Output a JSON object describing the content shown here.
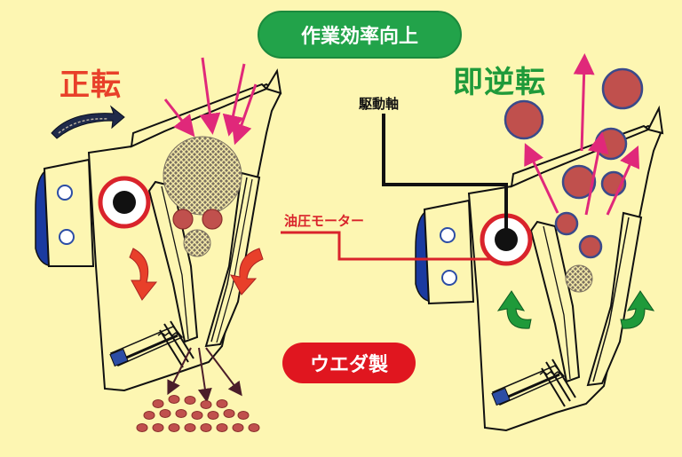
{
  "header_badge": "作業効率向上",
  "left_title": "正転",
  "right_title": "即逆転",
  "label_drive_shaft": "駆動軸",
  "label_hydraulic_motor": "油圧モーター",
  "maker_badge": "ウエダ製",
  "colors": {
    "background": "#fdf6b2",
    "badge_green": "#22a34a",
    "badge_red": "#e0161f",
    "forward_title": "#e8402a",
    "reverse_title": "#1f9a3a",
    "rotation_red": "#e8402a",
    "rotation_green": "#1f9a3a",
    "flow_arrow": "#e0287a",
    "rock": "#c0504d",
    "label_line_red": "#d9232b"
  },
  "icons": [
    "curved-arrow-icon",
    "rotation-arrow-icon",
    "flow-arrow-icon",
    "rock-icon",
    "bolt-hole-icon"
  ]
}
